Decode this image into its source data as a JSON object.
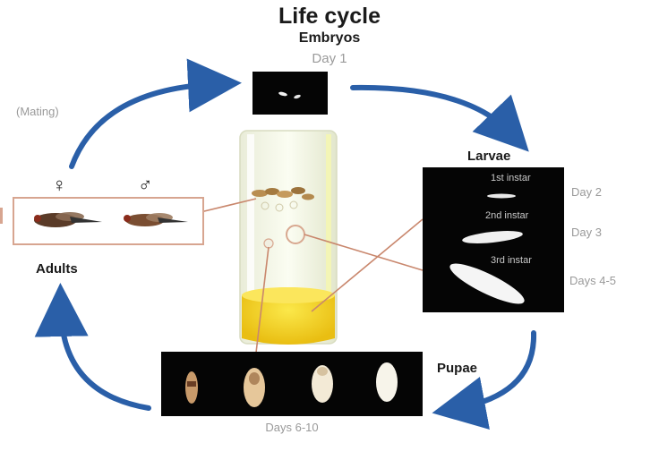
{
  "figure": {
    "title": "Life cycle",
    "colors": {
      "arrow": "#2a5fa8",
      "connector": "#c9876d",
      "medium": "#f2d21a",
      "panel": "#050505"
    },
    "embryos": {
      "label": "Embryos",
      "day": "Day 1"
    },
    "larvae": {
      "label": "Larvae",
      "stages": [
        {
          "instar": "1st instar",
          "day": "Day 2"
        },
        {
          "instar": "2nd instar",
          "day": "Day 3"
        },
        {
          "instar": "3rd instar",
          "day": "Days 4-5"
        }
      ]
    },
    "pupae": {
      "label": "Pupae",
      "days": "Days 6-10"
    },
    "adults": {
      "label": "Adults",
      "mating": "(Mating)",
      "female_symbol": "♀",
      "male_symbol": "♂"
    }
  }
}
